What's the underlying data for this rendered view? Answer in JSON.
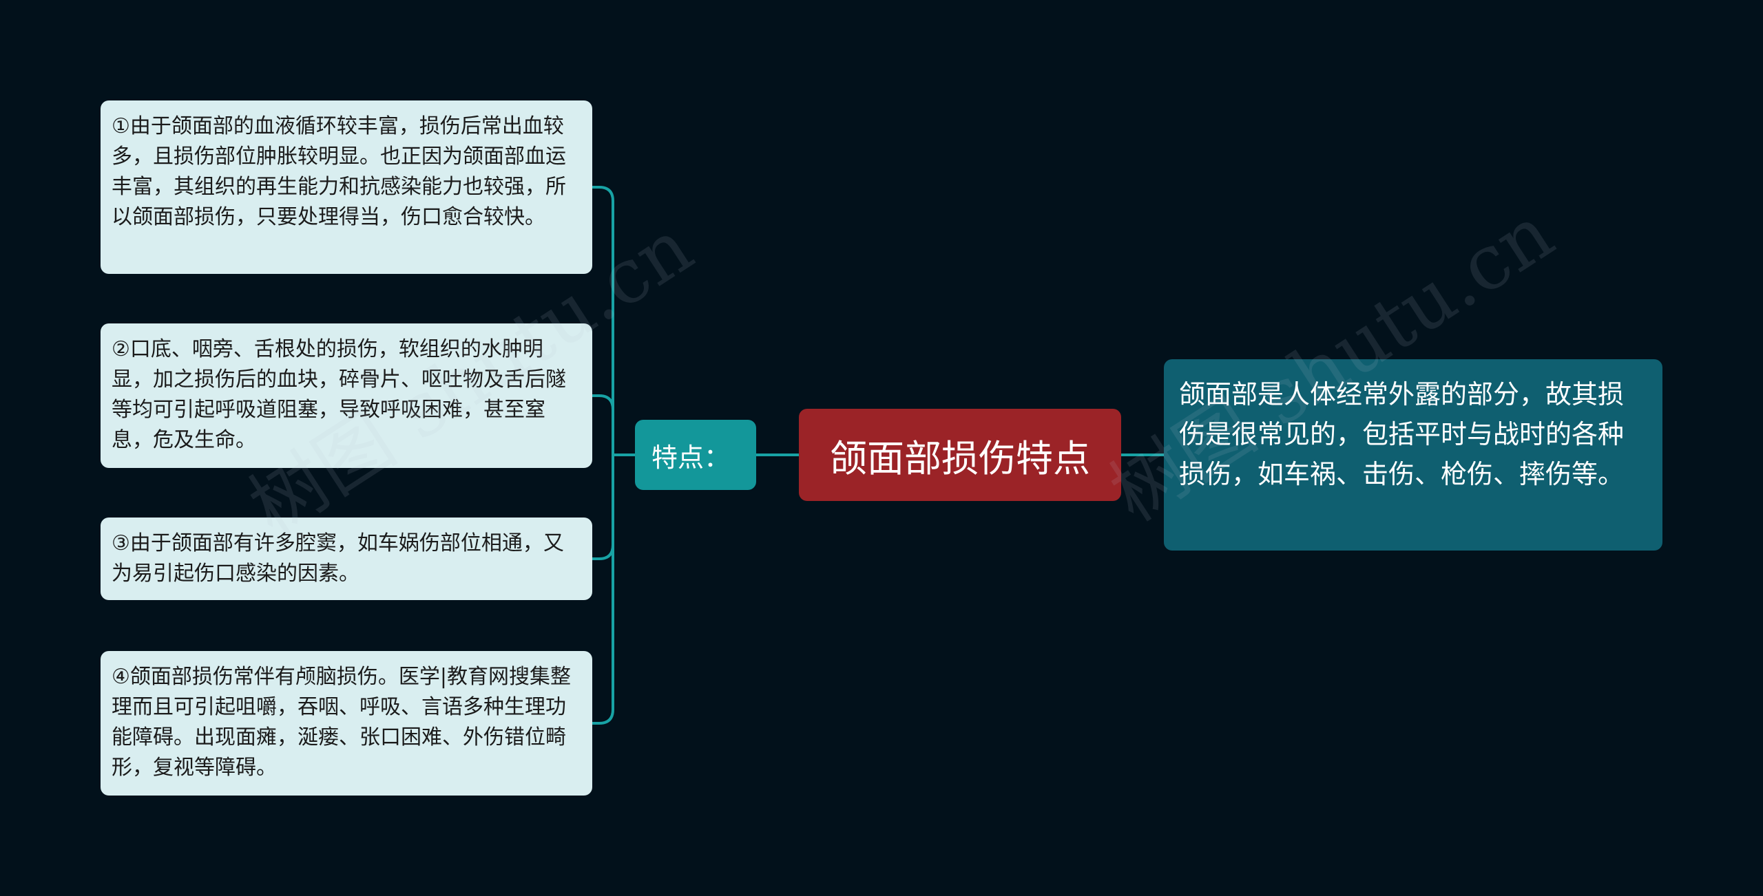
{
  "root": {
    "label": "颌面部损伤特点"
  },
  "description": {
    "text": "颌面部是人体经常外露的部分，故其损伤是很常见的，包括平时与战时的各种损伤，如车祸、击伤、枪伤、摔伤等。"
  },
  "branch": {
    "label": "特点："
  },
  "leaves": [
    {
      "text": "①由于颌面部的血液循环较丰富，损伤后常出血较多，且损伤部位肿胀较明显。也正因为颌面部血运丰富，其组织的再生能力和抗感染能力也较强，所以颌面部损伤，只要处理得当，伤口愈合较快。"
    },
    {
      "text": "②口底、咽旁、舌根处的损伤，软组织的水肿明显，加之损伤后的血块，碎骨片、呕吐物及舌后隧等均可引起呼吸道阻塞，导致呼吸困难，甚至窒息，危及生命。"
    },
    {
      "text": "③由于颌面部有许多腔窦，如车娲伤部位相通，又为易引起伤口感染的因素。"
    },
    {
      "text": "④颌面部损伤常伴有颅脑损伤。医学|教育网搜集整理而且可引起咀嚼，吞咽、呼吸、言语多种生理功能障碍。出现面瘫，涎瘘、张口困难、外伤错位畸形，复视等障碍。"
    }
  ],
  "colors": {
    "background": "#02111b",
    "root": "#9b2327",
    "branch": "#13979a",
    "description": "#0f5f70",
    "leaf": "#d9eef0",
    "connector": "#18a3a5"
  }
}
